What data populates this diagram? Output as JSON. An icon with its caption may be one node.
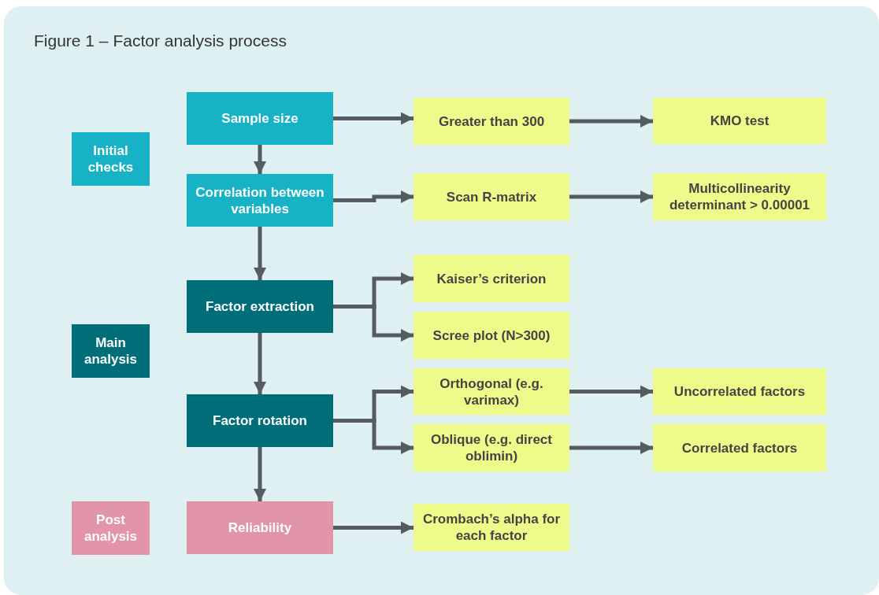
{
  "diagram": {
    "title": "Figure 1 – Factor analysis process",
    "nodes": [
      {
        "text": [
          "Initial checks"
        ]
      },
      {
        "text": [
          "Main analysis"
        ]
      },
      {
        "text": [
          "Post analysis"
        ]
      },
      {
        "text": [
          "Sample size"
        ]
      },
      {
        "text": [
          "Correlation between variables"
        ]
      },
      {
        "text": [
          "Factor extraction"
        ]
      },
      {
        "text": [
          "Factor rotation"
        ]
      },
      {
        "text": [
          "Reliability"
        ]
      },
      {
        "text": [
          "Greater than 300"
        ]
      },
      {
        "text": [
          "KMO test"
        ]
      },
      {
        "text": [
          "Scan R-matrix"
        ]
      },
      {
        "text": [
          "Multicollinearity determinant > 0.00001"
        ]
      },
      {
        "text": [
          "Kaiser’s criterion"
        ]
      },
      {
        "text": [
          "Scree plot (N>300)"
        ]
      },
      {
        "text": [
          "Orthogonal (e.g. varimax)"
        ]
      },
      {
        "text": [
          "Uncorrelated factors"
        ]
      },
      {
        "text": [
          "Oblique (e.g. direct oblimin)"
        ]
      },
      {
        "text": [
          "Correlated factors"
        ]
      },
      {
        "text": [
          "Crombach’s alpha for each factor"
        ]
      }
    ],
    "edges": [
      {
        "from": 3,
        "to": 4,
        "arrow": "to"
      },
      {
        "from": 4,
        "to": 5,
        "arrow": "to"
      },
      {
        "from": 5,
        "to": 6,
        "arrow": "to"
      },
      {
        "from": 6,
        "to": 7,
        "arrow": "to"
      },
      {
        "from": 3,
        "to": 8,
        "arrow": "to"
      },
      {
        "from": 8,
        "to": 9,
        "arrow": "to"
      },
      {
        "from": 4,
        "to": 10,
        "arrow": "to"
      },
      {
        "from": 10,
        "to": 11,
        "arrow": "to"
      },
      {
        "from": 5,
        "to": 12,
        "arrow": "to"
      },
      {
        "from": 5,
        "to": 13,
        "arrow": "to"
      },
      {
        "from": 6,
        "to": 14,
        "arrow": "to"
      },
      {
        "from": 6,
        "to": 16,
        "arrow": "to"
      },
      {
        "from": 14,
        "to": 15,
        "arrow": "to"
      },
      {
        "from": 16,
        "to": 17,
        "arrow": "to"
      },
      {
        "from": 7,
        "to": 18,
        "arrow": "to"
      }
    ]
  }
}
